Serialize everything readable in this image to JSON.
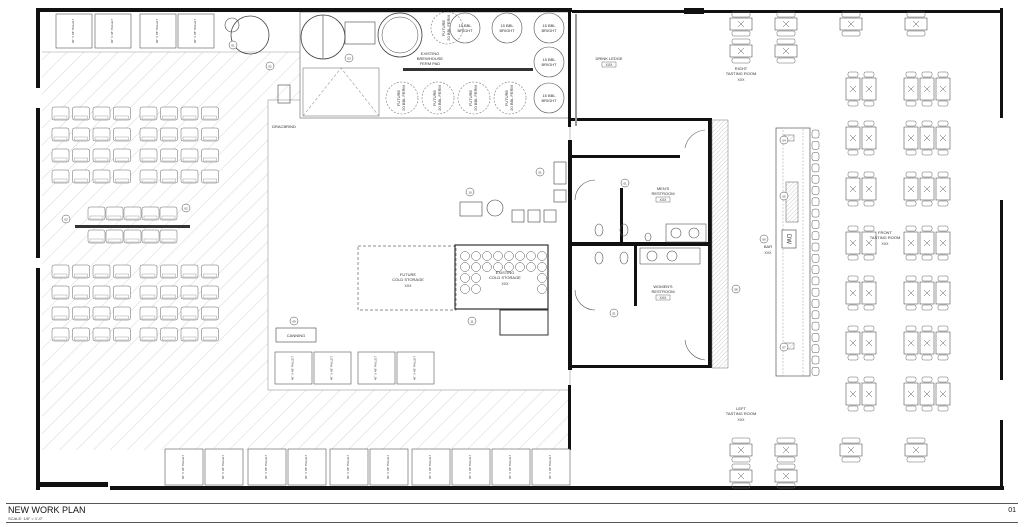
{
  "plan": {
    "title": "NEW WORK PLAN",
    "scale": "SCALE: 1/8\" = 1'-0\"",
    "sheet_number": "01"
  },
  "rooms": {
    "right_tasting": [
      "RIGHT",
      "TASTING ROOM"
    ],
    "left_tasting": [
      "LEFT",
      "TASTING ROOM"
    ],
    "front_tasting": [
      "FRONT",
      "TASTING ROOM"
    ],
    "bar": "BAR",
    "drink_ledge": "DRINK LEDGE",
    "mens_restroom": [
      "MEN'S",
      "RESTROOM"
    ],
    "womens_restroom": [
      "WOMEN'S",
      "RESTROOM"
    ],
    "future_cold_storage": [
      "FUTURE",
      "COLD STORAGE"
    ],
    "existing_cold_storage": [
      "EXISTING",
      "COLD STORAGE"
    ],
    "existing_brewhouse": [
      "EXISTING",
      "BREWHOUSE",
      "FERM PAD"
    ],
    "dracbrind": "DRACBRIND",
    "canning": "CANNING",
    "room_number": "XXX"
  },
  "equipment": {
    "pallet": "40\" X 48\" PALLET",
    "future_ferm": [
      "FUTURE",
      "20 BBL FERM"
    ],
    "bright": [
      "15 BBL",
      "BRIGHT"
    ],
    "dishwasher": "DW"
  },
  "tags": [
    "01",
    "02",
    "03",
    "04",
    "05",
    "06",
    "07",
    "08",
    "09",
    "10",
    "11"
  ]
}
